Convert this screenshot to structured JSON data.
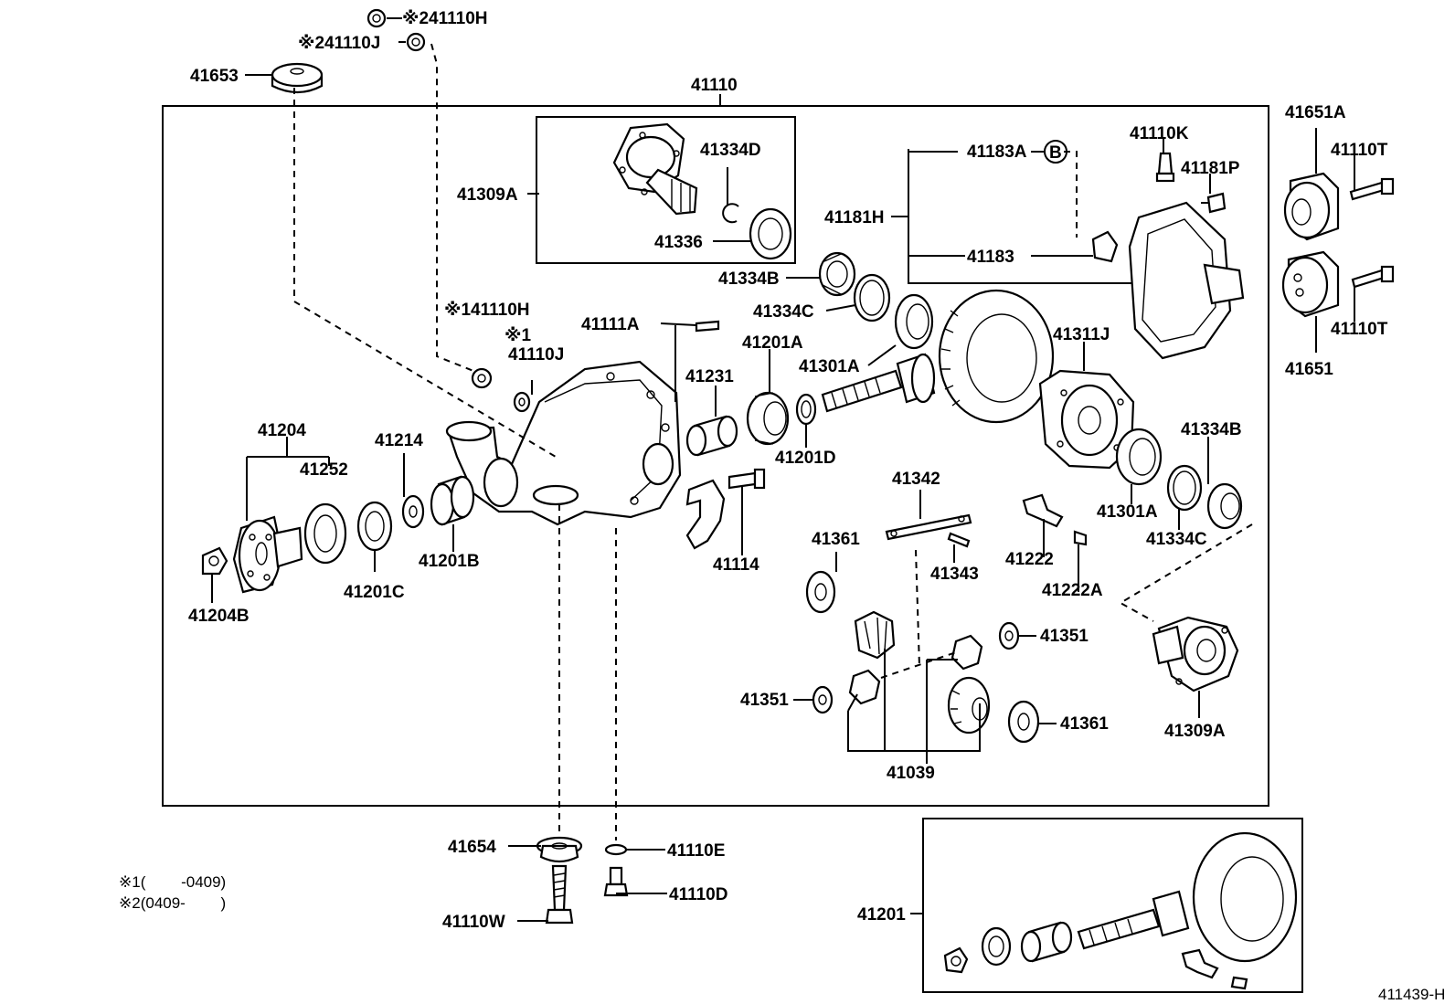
{
  "labels": {
    "l41110H_top": "※241110H",
    "l41110J_top": "※241110J",
    "l41653": "41653",
    "l41110": "41110",
    "l41651A": "41651A",
    "l41110T_a": "41110T",
    "l41110T_b": "41110T",
    "l41651": "41651",
    "l41334D": "41334D",
    "l41309A_a": "41309A",
    "l41336": "41336",
    "l41183A": "41183A",
    "circB": "B",
    "l41110K": "41110K",
    "l41181P": "41181P",
    "l41181H": "41181H",
    "l41183": "41183",
    "l41334B_a": "41334B",
    "l41334C_a": "41334C",
    "l41110H_mid": "※141110H",
    "l41110J_mark": "※1",
    "l41110J_mid": "41110J",
    "l41111A": "41111A",
    "l41201A": "41201A",
    "l41301A_a": "41301A",
    "l41311J": "41311J",
    "l41231": "41231",
    "l41201D": "41201D",
    "l41204": "41204",
    "l41252": "41252",
    "l41214": "41214",
    "l41342": "41342",
    "l41334B_b": "41334B",
    "l41301A_b": "41301A",
    "l41334C_b": "41334C",
    "l41361_a": "41361",
    "l41222": "41222",
    "l41343": "41343",
    "l41222A": "41222A",
    "l41114": "41114",
    "l41201B": "41201B",
    "l41201C": "41201C",
    "l41204B": "41204B",
    "l41351_a": "41351",
    "l41351_b": "41351",
    "l41361_b": "41361",
    "l41309A_b": "41309A",
    "l41039": "41039",
    "l41654": "41654",
    "l41110E": "41110E",
    "l41110D": "41110D",
    "l41110W": "41110W",
    "l41201": "41201",
    "note1": "※1(　　 -0409)",
    "note2": "※2(0409-　　 )",
    "figure_id": "411439-H"
  }
}
